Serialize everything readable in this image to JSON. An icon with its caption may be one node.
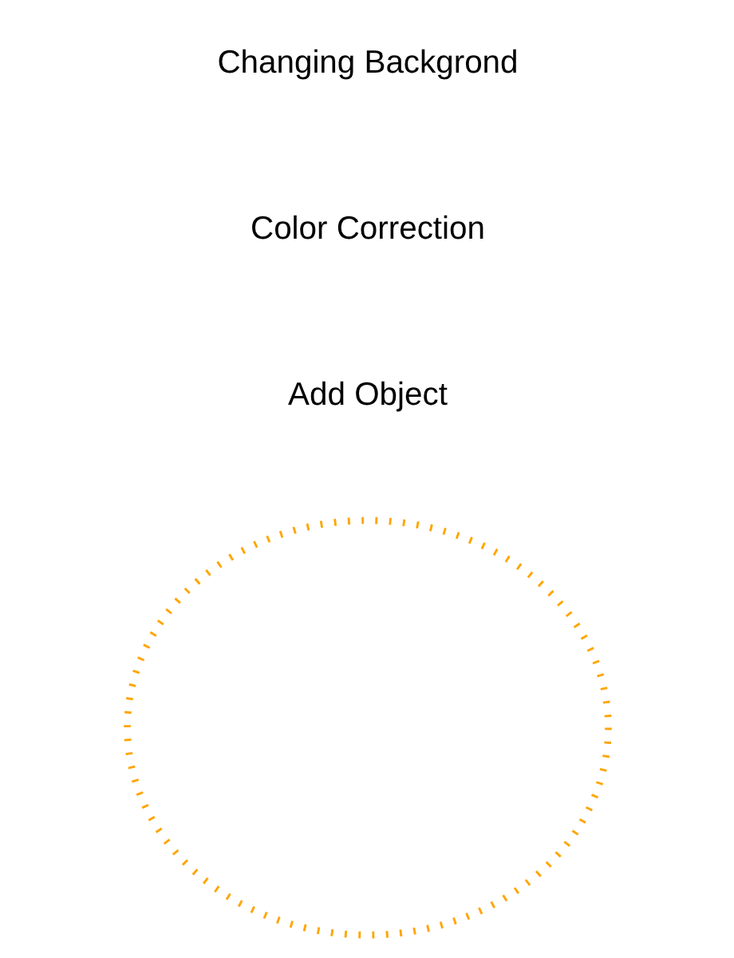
{
  "diagram": {
    "nodes": [
      {
        "text": [],
        "shape": "circle"
      }
    ],
    "labels": [
      "Changing Backgrond",
      "Color Correction",
      "Add Object"
    ]
  }
}
